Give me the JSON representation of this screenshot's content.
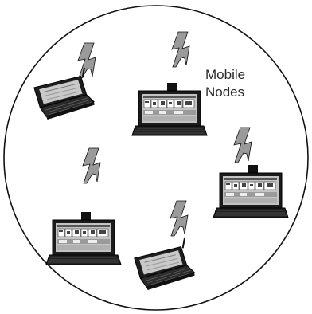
{
  "diagram": {
    "label_line1": "Mobile",
    "label_line2": "Nodes",
    "colors": {
      "stroke": "#111111",
      "body": "#1a1a1a",
      "screen": "#bdbdbd",
      "bolt": "#9a9a9a"
    },
    "nodes": [
      {
        "kind": "communicator-device"
      },
      {
        "kind": "laptop"
      },
      {
        "kind": "laptop"
      },
      {
        "kind": "laptop"
      },
      {
        "kind": "communicator-device"
      }
    ]
  }
}
